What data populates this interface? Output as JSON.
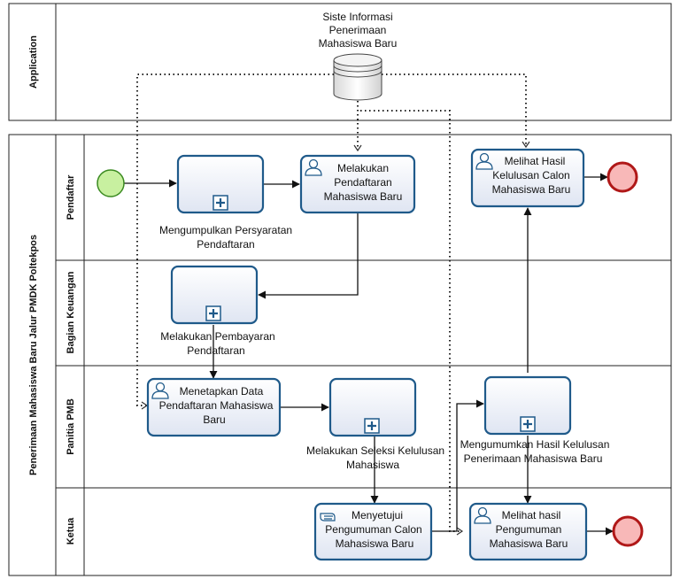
{
  "pools": {
    "application": {
      "label": "Application"
    },
    "main": {
      "label": "Penerimaan Mahasiswa Baru Jalur PMDK Poltekpos"
    }
  },
  "lanes": {
    "pendaftar": "Pendaftar",
    "bagian_keuangan": "Bagian Keuangan",
    "panitia_pmb": "Panitia PMB",
    "ketua": "Ketua"
  },
  "datastore": {
    "line1": "Siste Informasi",
    "line2": "Penerimaan",
    "line3": "Mahasiswa Baru"
  },
  "tasks": {
    "mengumpulkan": {
      "line1": "Mengumpulkan Persyaratan",
      "line2": "Pendaftaran"
    },
    "melakukan_pendaftaran": {
      "line1": "Melakukan",
      "line2": "Pendaftaran",
      "line3": "Mahasiswa Baru"
    },
    "melihat_hasil_kelulusan": {
      "line1": "Melihat Hasil",
      "line2": "Kelulusan  Calon",
      "line3": "Mahasiswa Baru"
    },
    "pembayaran": {
      "line1": "Melakukan Pembayaran",
      "line2": "Pendaftaran"
    },
    "menetapkan": {
      "line1": "Menetapkan Data",
      "line2": "Pendaftaran Mahasiswa",
      "line3": "Baru"
    },
    "seleksi": {
      "line1": "Melakukan Seleksi Kelulusan",
      "line2": "Mahasiswa"
    },
    "mengumumkan": {
      "line1": "Mengumumkan Hasil Kelulusan",
      "line2": "Penerimaan Mahasiswa Baru"
    },
    "menyetujui": {
      "line1": "Menyetujui",
      "line2": "Pengumuman Calon",
      "line3": "Mahasiswa Baru"
    },
    "melihat_pengumuman": {
      "line1": "Melihat hasil",
      "line2": "Pengumuman",
      "line3": "Mahasiswa Baru"
    }
  },
  "colors": {
    "task_fill": "#eef1f8",
    "task_stroke": "#1f5a8a",
    "start_fill": "#c8f0a0",
    "start_stroke": "#3a8a20",
    "end_fill": "#f8b8b8",
    "end_stroke": "#b01818"
  }
}
